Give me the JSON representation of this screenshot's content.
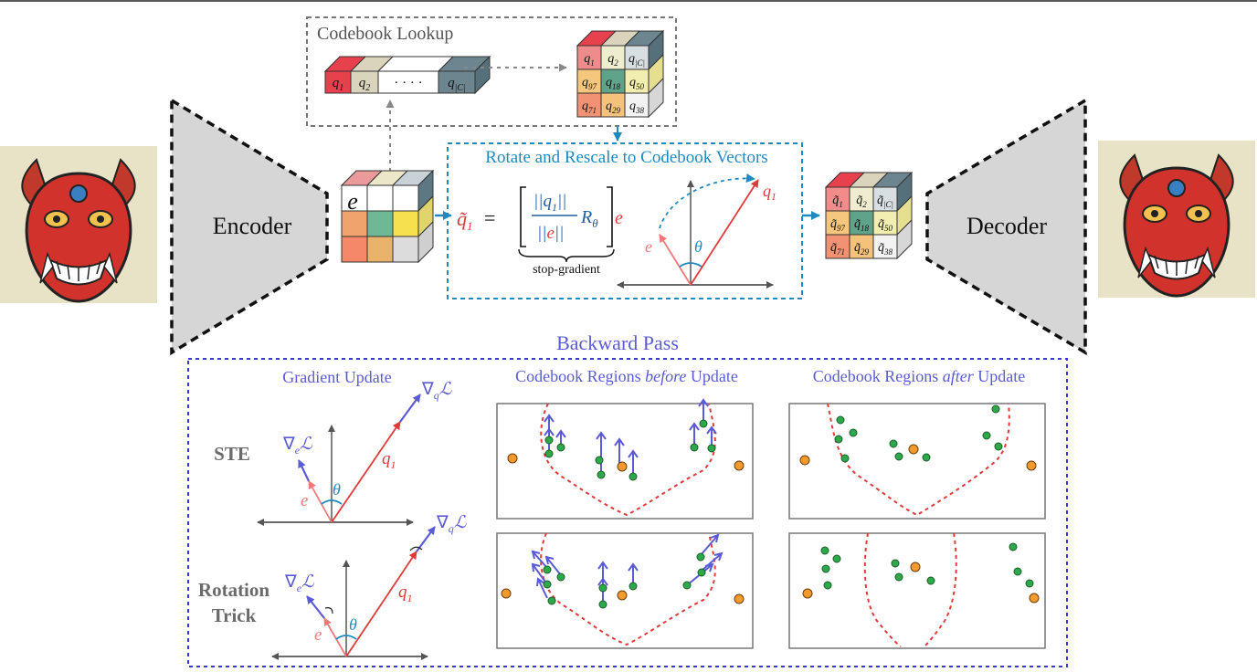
{
  "codebook_lookup": {
    "title": "Codebook Lookup",
    "vector_cells": [
      "q",
      "q",
      "· · · ·",
      "q"
    ],
    "vector_subs": [
      "1",
      "2",
      "",
      "|C|"
    ],
    "vector_colors": [
      "#e8414e",
      "#d9d4bb",
      "#ffffff",
      "#6c858e"
    ],
    "grid": [
      {
        "sym": "q",
        "sub": "1",
        "color": "#ee8c8c"
      },
      {
        "sym": "q",
        "sub": "2",
        "color": "#eeeecf"
      },
      {
        "sym": "q",
        "sub": "|C|",
        "color": "#d8dfe3"
      },
      {
        "sym": "q",
        "sub": "97",
        "color": "#f5c67e"
      },
      {
        "sym": "q",
        "sub": "18",
        "color": "#5fa38a"
      },
      {
        "sym": "q",
        "sub": "50",
        "color": "#f2eeb0"
      },
      {
        "sym": "q",
        "sub": "71",
        "color": "#f19275"
      },
      {
        "sym": "q",
        "sub": "29",
        "color": "#f4c27a"
      },
      {
        "sym": "q",
        "sub": "38",
        "color": "#f3f3f3"
      }
    ]
  },
  "encoder": {
    "label": "Encoder"
  },
  "decoder": {
    "label": "Decoder"
  },
  "input_tensor": {
    "label": "e",
    "front_colors": [
      "#ffffff",
      "#ffffff",
      "#ffffff",
      "#f0a36d",
      "#6fb895",
      "#f6e04e",
      "#f48868",
      "#e9b36b",
      "#dcdcdc"
    ]
  },
  "rotate_rescale": {
    "title": "Rotate and Rescale to Codebook Vectors",
    "lhs_sym": "q̃",
    "lhs_sub": "1",
    "equals": "=",
    "num": "||q",
    "num_sub": "1",
    "num_end": "||",
    "den_open": "||",
    "den_e": "e",
    "den_close": "||",
    "r_sym": "R",
    "r_sub": "θ",
    "trailing": "e",
    "underbrace_label": "stop-gradient",
    "diagram": {
      "q_label": "q",
      "q_sub": "1",
      "e_label": "e",
      "theta": "θ"
    }
  },
  "output_tensor": {
    "cells": [
      {
        "sym": "q̃",
        "sub": "1",
        "color": "#f28c8a"
      },
      {
        "sym": "q̃",
        "sub": "2",
        "color": "#efeccf"
      },
      {
        "sym": "q̃",
        "sub": "|C|",
        "color": "#d8dfe3"
      },
      {
        "sym": "q̃",
        "sub": "97",
        "color": "#f5c67e"
      },
      {
        "sym": "q̃",
        "sub": "18",
        "color": "#5fa38a"
      },
      {
        "sym": "q̃",
        "sub": "50",
        "color": "#f2eeb0"
      },
      {
        "sym": "q̃",
        "sub": "71",
        "color": "#f19275"
      },
      {
        "sym": "q̃",
        "sub": "29",
        "color": "#f4c27a"
      },
      {
        "sym": "q̃",
        "sub": "38",
        "color": "#f3f3f3"
      }
    ]
  },
  "backward": {
    "title": "Backward Pass",
    "col_gradient": "Gradient Update",
    "col_before_pre": "Codebook Regions ",
    "col_before_em": "before",
    "col_before_post": " Update",
    "col_after_pre": "Codebook Regions ",
    "col_after_em": "after",
    "col_after_post": " Update",
    "row1": "STE",
    "row2_line1": "Rotation",
    "row2_line2": "Trick",
    "grad_e": "∇",
    "grad_e_sub": "e",
    "grad_q": "∇",
    "grad_q_sub": "q",
    "loss": "ℒ",
    "q_label": "q",
    "q_sub": "1",
    "e_label": "e",
    "theta": "θ"
  },
  "colors": {
    "accent_blue": "#1f8ac0",
    "accent_purple": "#5b5bd6",
    "red": "#e03b3b",
    "orange_dot": "#f29a2e",
    "green_dot": "#2da84a",
    "gray_trap": "#d6d6d6"
  }
}
